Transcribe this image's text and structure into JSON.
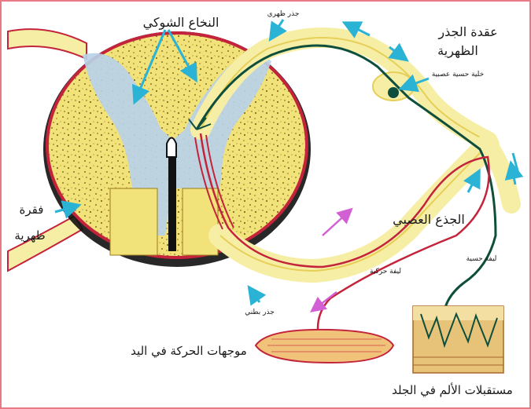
{
  "colors": {
    "frame": "#e87a86",
    "cord_yellow": "#f2e27a",
    "gray_matter": "#b9d3e8",
    "nerve_pale": "#f7eea6",
    "sensory_fiber": "#0d4f3c",
    "motor_fiber": "#c3243c",
    "pointer": "#2bb3d6",
    "arrow_pink": "#d35fd4"
  },
  "labels": {
    "spinal_cord": "النخاع الشوكي",
    "dorsal_root": "جذر ظهري",
    "ganglion_line1": "عقدة الجذر",
    "ganglion_line2": "الظهرية",
    "sensory_cell": "خلية حسية عصبية",
    "vertebra_line1": "فقرة",
    "vertebra_line2": "ظهرية",
    "nerve_trunk": "الجذع العصبي",
    "sensory_fiber": "ليفة حسية",
    "motor_fiber": "ليفة حركية",
    "ventral_root": "جذر بطني",
    "motor_effectors": "موجهات الحركة في اليد",
    "pain_receptors": "مستقبلات الألم في الجلد"
  }
}
